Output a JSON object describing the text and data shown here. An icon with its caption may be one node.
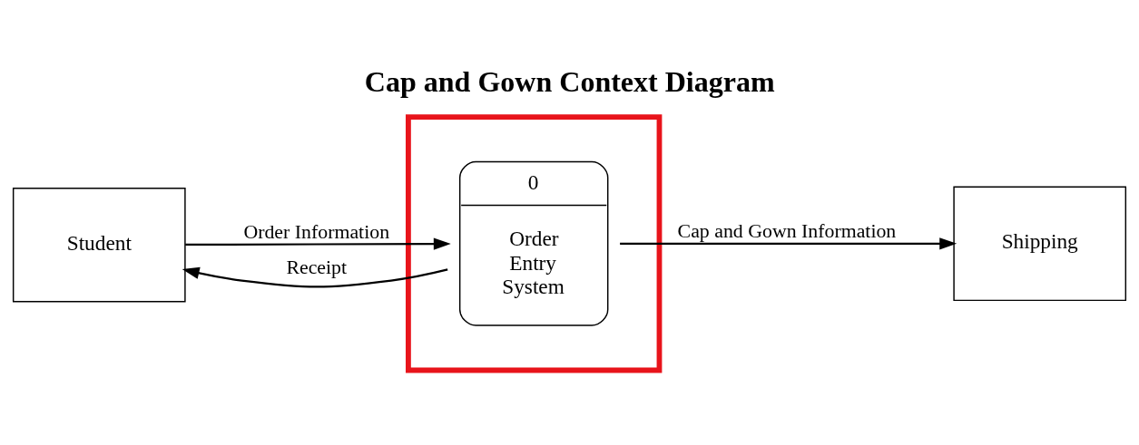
{
  "diagram": {
    "title": "Cap and Gown Context Diagram",
    "nodes": [
      {
        "text": [
          "Student"
        ]
      },
      {
        "text": [],
        "shape": "box"
      },
      {
        "text": [
          "0",
          "Order Entry System"
        ],
        "in": 1
      },
      {
        "text": [
          "Shipping"
        ]
      }
    ],
    "edges": [
      {
        "from": 0,
        "to": 2,
        "arrow": "to",
        "label": "Order Information"
      },
      {
        "from": 2,
        "to": 0,
        "arrow": "to",
        "label": "Receipt"
      },
      {
        "from": 2,
        "to": 3,
        "arrow": "to",
        "label": "Cap and Gown Information"
      }
    ]
  }
}
